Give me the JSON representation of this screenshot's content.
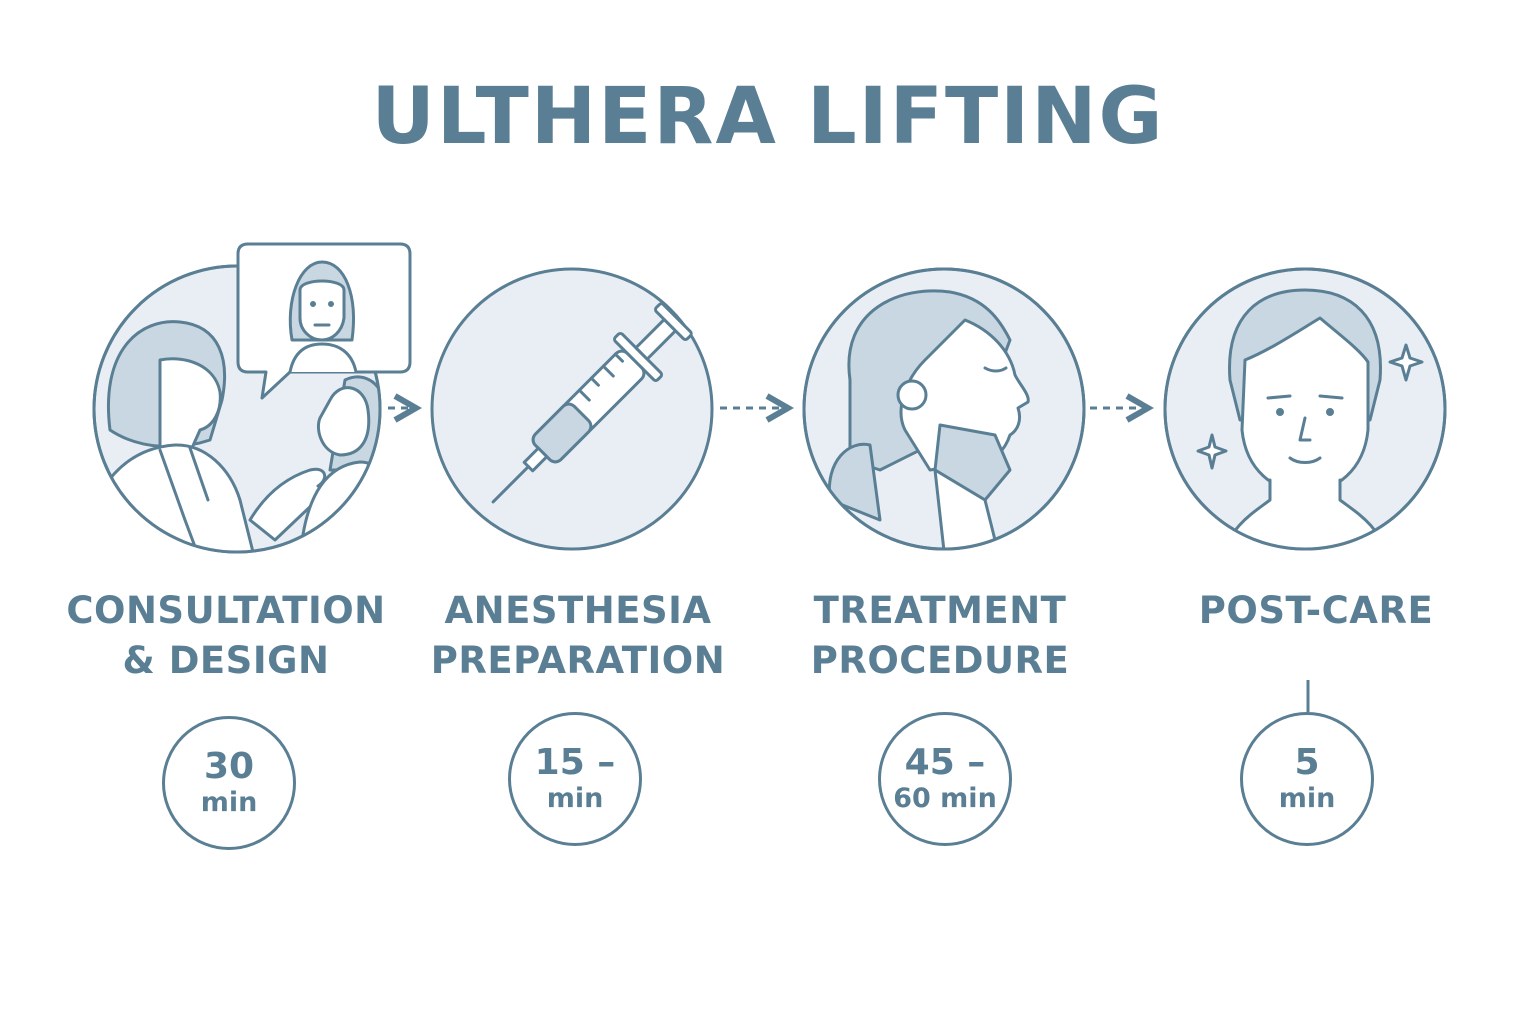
{
  "title": "ULTHERA LIFTING",
  "steps": [
    {
      "line1": "CONSULTATION",
      "line2": "& DESIGN",
      "dur_value": "30",
      "dur_unit": "min",
      "icon": "consultation-icon"
    },
    {
      "line1": "ANESTHESIA",
      "line2": "PREPARATION",
      "dur_value": "15 –",
      "dur_unit": "min",
      "icon": "syringe-icon"
    },
    {
      "line1": "TREATMENT",
      "line2": "PROCEDURE",
      "dur_value": "45 –",
      "dur_unit": "60 min",
      "icon": "treatment-icon"
    },
    {
      "line1": "POST-CARE",
      "line2": "",
      "dur_value": "5",
      "dur_unit": "min",
      "icon": "smiling-face-icon"
    }
  ],
  "colors": {
    "stroke": "#5a7f94",
    "fill_light": "#e8eef3",
    "fill_mid": "#c8d7e1"
  }
}
